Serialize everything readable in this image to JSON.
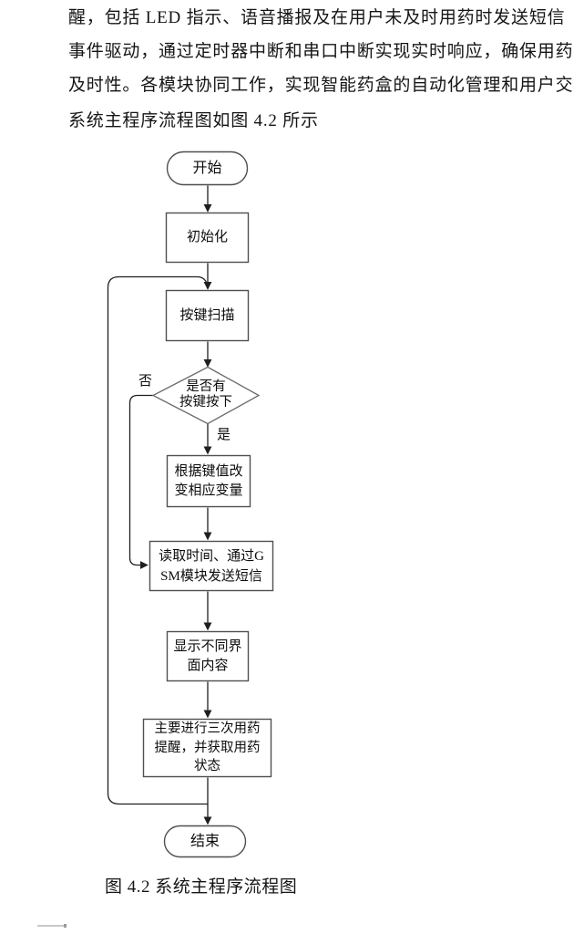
{
  "page": {
    "paragraph_lines": [
      "醒，包括 LED 指示、语音播报及在用户未及时用药时发送短信",
      "事件驱动，通过定时器中断和串口中断实现实时响应，确保用药",
      "及时性。各模块协同工作，实现智能药盒的自动化管理和用户交",
      "系统主程序流程图如图 4.2 所示"
    ],
    "figure_caption": "图 4.2 系统主程序流程图"
  },
  "flowchart": {
    "type": "flowchart",
    "nodes": {
      "start": {
        "label": "开始"
      },
      "init": {
        "label": "初始化"
      },
      "key_scan": {
        "label": "按键扫描"
      },
      "decision": {
        "lines": [
          "是否有",
          "按键按下"
        ]
      },
      "update_vars": {
        "lines": [
          "根据键值改",
          "变相应变量"
        ]
      },
      "read_time_sms": {
        "lines": [
          "读取时间、通过G",
          "SM模块发送短信"
        ]
      },
      "display_ui": {
        "lines": [
          "显示不同界",
          "面内容"
        ]
      },
      "remind": {
        "lines": [
          "主要进行三次用药",
          "提醒，并获取用药",
          "状态"
        ]
      },
      "end": {
        "label": "结束"
      }
    },
    "branch_labels": {
      "no": "否",
      "yes": "是"
    },
    "edges": [
      "开始 → 初始化",
      "初始化 → 按键扫描",
      "按键扫描 → 是否有按键按下",
      "是否有按键按下 —是→ 根据键值改变相应变量",
      "是否有按键按下 —否→ 读取时间、通过GSM模块发送短信",
      "根据键值改变相应变量 → 读取时间、通过GSM模块发送短信",
      "读取时间、通过GSM模块发送短信 → 显示不同界面内容",
      "显示不同界面内容 → 主要进行三次用药提醒，并获取用药状态",
      "主要进行三次用药提醒，并获取用药状态 → 结束",
      "主要进行三次用药提醒，并获取用药状态 —循环→ 按键扫描"
    ],
    "colors": {
      "shape_stroke": "#4f4f4f",
      "connector": "#1f1f1f",
      "text": "#111111",
      "background": "#ffffff"
    }
  }
}
